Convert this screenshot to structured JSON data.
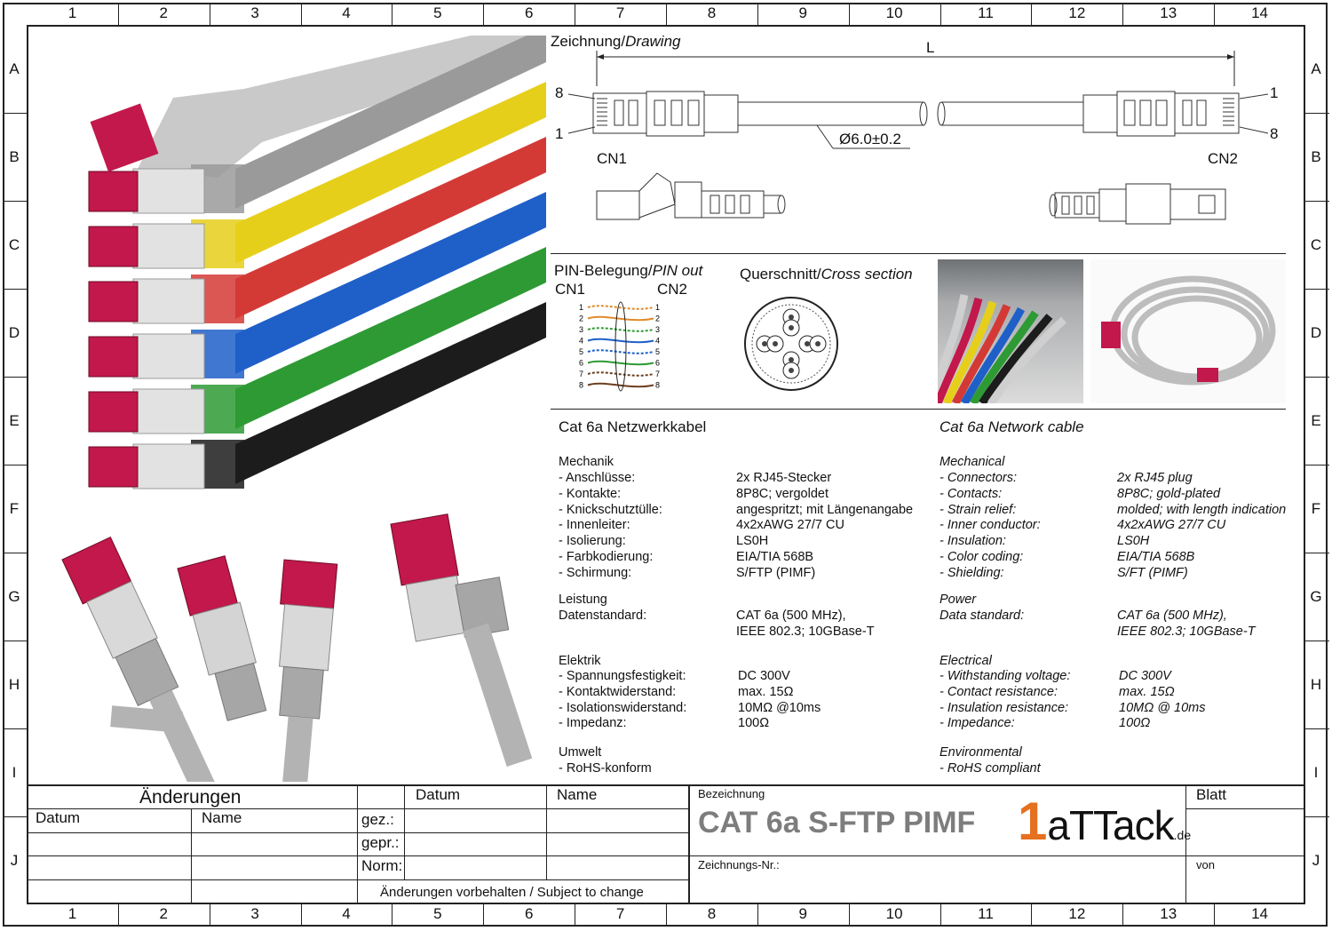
{
  "grid": {
    "columns": [
      "1",
      "2",
      "3",
      "4",
      "5",
      "6",
      "7",
      "8",
      "9",
      "10",
      "11",
      "12",
      "13",
      "14"
    ],
    "rows": [
      "A",
      "B",
      "C",
      "D",
      "E",
      "F",
      "G",
      "H",
      "I",
      "J"
    ]
  },
  "drawing": {
    "heading_de": "Zeichnung/",
    "heading_en": "Drawing",
    "length_label": "L",
    "diameter": "Ø6.0±0.2",
    "cn1": "CN1",
    "cn2": "CN2",
    "pin8_left": "8",
    "pin1_left": "1",
    "pin1_right": "1",
    "pin8_right": "8"
  },
  "pinout": {
    "heading_de": "PIN-Belegung/",
    "heading_en": "PIN out",
    "cn1": "CN1",
    "cn2": "CN2",
    "pins": [
      "1",
      "2",
      "3",
      "4",
      "5",
      "6",
      "7",
      "8"
    ]
  },
  "cross_section": {
    "heading_de": "Querschnitt/",
    "heading_en": "Cross section"
  },
  "cable_colors": [
    "#9a9a9a",
    "#e6cf1a",
    "#d33a36",
    "#1f5fc8",
    "#2e9a34",
    "#1c1c1c"
  ],
  "spec_de": {
    "title": "Cat 6a Netzwerkkabel",
    "mechanics": {
      "heading": "Mechanik",
      "rows": [
        {
          "label": "- Anschlüsse:",
          "value": "2x RJ45-Stecker"
        },
        {
          "label": "- Kontakte:",
          "value": "8P8C; vergoldet"
        },
        {
          "label": "- Knickschutztülle:",
          "value": "angespritzt; mit Längenangabe"
        },
        {
          "label": "- Innenleiter:",
          "value": "4x2xAWG 27/7 CU"
        },
        {
          "label": "- Isolierung:",
          "value": "LS0H"
        },
        {
          "label": "- Farbkodierung:",
          "value": "EIA/TIA 568B"
        },
        {
          "label": "- Schirmung:",
          "value": "S/FTP (PIMF)"
        }
      ]
    },
    "power": {
      "heading": "Leistung",
      "label": "Datenstandard:",
      "value1": "CAT 6a (500 MHz),",
      "value2": "IEEE 802.3; 10GBase-T"
    },
    "electrical": {
      "heading": "Elektrik",
      "rows": [
        {
          "label": " - Spannungsfestigkeit:",
          "value": "DC 300V"
        },
        {
          "label": " - Kontaktwiderstand:",
          "value": "max. 15Ω"
        },
        {
          "label": " - Isolationswiderstand:",
          "value": "10MΩ @10ms"
        },
        {
          "label": " - Impedanz:",
          "value": "100Ω"
        }
      ]
    },
    "environment": {
      "heading": "Umwelt",
      "row": "- RoHS-konform"
    }
  },
  "spec_en": {
    "title": "Cat 6a Network cable",
    "mechanics": {
      "heading": "Mechanical",
      "rows": [
        {
          "label": "- Connectors:",
          "value": "2x RJ45 plug"
        },
        {
          "label": "- Contacts:",
          "value": "8P8C; gold-plated"
        },
        {
          "label": "- Strain relief:",
          "value": "molded; with length indication"
        },
        {
          "label": "- Inner conductor:",
          "value": "4x2xAWG 27/7 CU"
        },
        {
          "label": "- Insulation:",
          "value": "LS0H"
        },
        {
          "label": "- Color coding:",
          "value": "EIA/TIA 568B"
        },
        {
          "label": "- Shielding:",
          "value": "S/FT (PIMF)"
        }
      ]
    },
    "power": {
      "heading": "Power",
      "label": "Data standard:",
      "value1": "CAT 6a (500 MHz),",
      "value2": "IEEE 802.3; 10GBase-T"
    },
    "electrical": {
      "heading": "Electrical",
      "rows": [
        {
          "label": "- Withstanding voltage:",
          "value": "DC 300V"
        },
        {
          "label": "- Contact resistance:",
          "value": "max. 15Ω"
        },
        {
          "label": "- Insulation resistance:",
          "value": "10MΩ @ 10ms"
        },
        {
          "label": "- Impedance:",
          "value": "100Ω"
        }
      ]
    },
    "environment": {
      "heading": "Environmental",
      "row": "- RoHS compliant"
    }
  },
  "title_block": {
    "changes": "Änderungen",
    "datum": "Datum",
    "name": "Name",
    "datum2": "Datum",
    "name2": "Name",
    "gez": "gez.:",
    "gepr": "gepr.:",
    "norm": "Norm:",
    "subject": "Änderungen vorbehalten / Subject to change",
    "bezeichnung": "Bezeichnung",
    "product": "CAT 6a S-FTP PIMF",
    "logo_one": "1",
    "logo_text": "aTTack",
    "logo_tld": ".de",
    "zeichnungs_nr": "Zeichnungs-Nr.:",
    "blatt": "Blatt",
    "von": "von"
  }
}
